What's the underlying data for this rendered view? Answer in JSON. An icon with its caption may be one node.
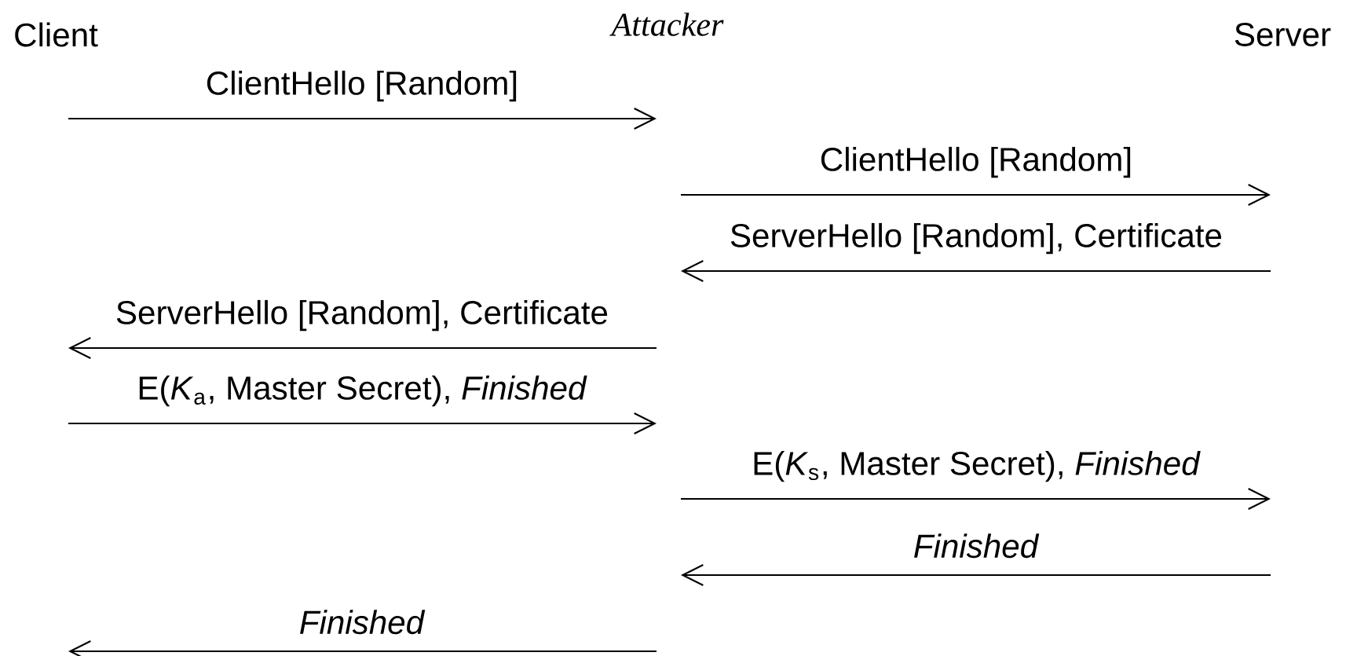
{
  "diagram": {
    "nodes": [
      {
        "text": [
          "Client"
        ]
      },
      {
        "text": [
          "Attacker"
        ]
      },
      {
        "text": [
          "Server"
        ]
      }
    ],
    "labels": [
      "ClientHello [Random]",
      "ClientHello [Random]",
      "ServerHello [Random], Certificate",
      "ServerHello [Random], Certificate",
      "E(*K*$_{a}$, Master Secret), *Finished*",
      "E(*K*$_{s}$, Master Secret), *Finished*",
      "*Finished*",
      "*Finished*"
    ]
  }
}
